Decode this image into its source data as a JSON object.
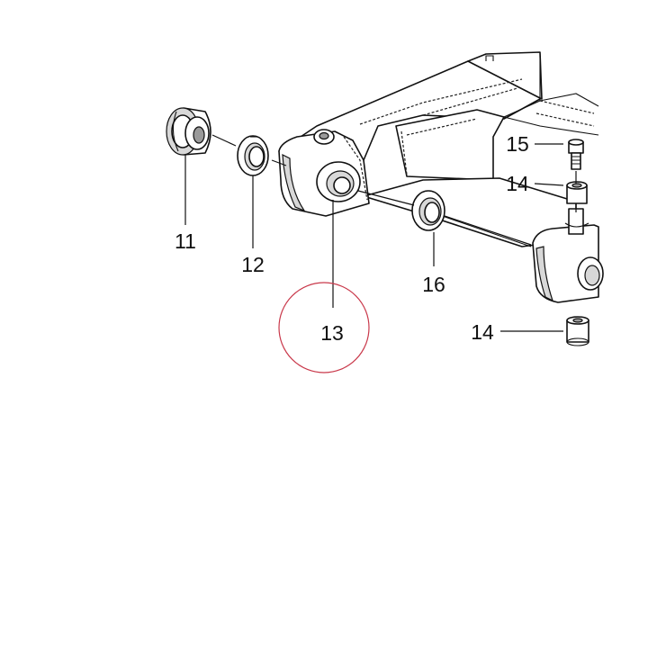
{
  "labels": {
    "p11": "11",
    "p12": "12",
    "p13": "13",
    "p14_top": "14",
    "p14_bottom": "14",
    "p15": "15",
    "p16": "16"
  },
  "colors": {
    "highlight_circle": "#c9394b",
    "line": "#111111",
    "background": "#ffffff"
  }
}
